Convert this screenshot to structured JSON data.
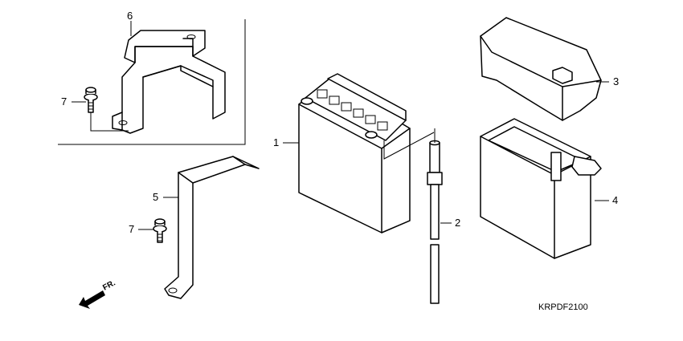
{
  "callouts": [
    {
      "id": "1",
      "label": "1"
    },
    {
      "id": "2",
      "label": "2"
    },
    {
      "id": "3",
      "label": "3"
    },
    {
      "id": "4",
      "label": "4"
    },
    {
      "id": "5",
      "label": "5"
    },
    {
      "id": "6",
      "label": "6"
    },
    {
      "id": "7a",
      "label": "7"
    },
    {
      "id": "7b",
      "label": "7"
    }
  ],
  "diagram_code": "KRPDF2100",
  "direction_label": "FR."
}
